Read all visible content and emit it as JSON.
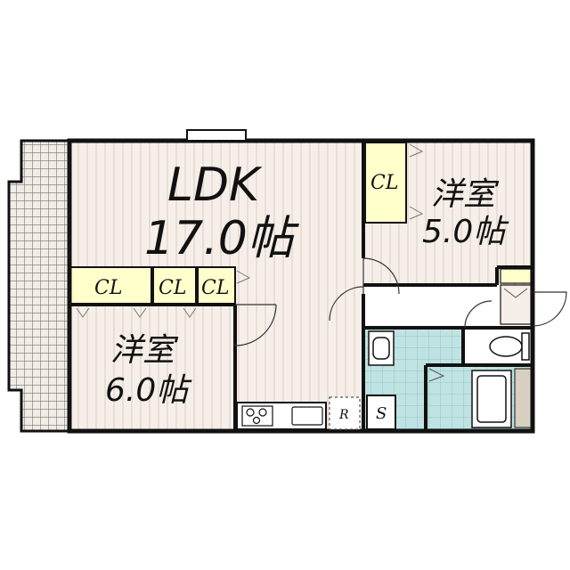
{
  "floorplan": {
    "ldk": {
      "name": "LDK",
      "size": "17.0帖"
    },
    "bedroom_east": {
      "name": "洋室",
      "size": "5.0帖"
    },
    "bedroom_west": {
      "name": "洋室",
      "size": "6.0帖"
    },
    "closets": [
      "CL",
      "CL",
      "CL",
      "CL"
    ],
    "storage_label": "S",
    "fridge_label": "R"
  },
  "colors": {
    "wall": "#111111",
    "room_floor": "#f6efe9",
    "stripe": "#d9ccc4",
    "closet": "#ffffcc",
    "tile": "#bfe3e3",
    "balcony": "#f2ece6",
    "balcony_grid": "#555555",
    "hallway": "#ffffff"
  },
  "icons": {
    "stove": "stove-icon",
    "sink": "sink-icon",
    "toilet": "toilet-icon",
    "bathtub": "bathtub-icon",
    "washbasin": "washbasin-icon",
    "shoe_cabinet": "shoe-cabinet-icon"
  }
}
